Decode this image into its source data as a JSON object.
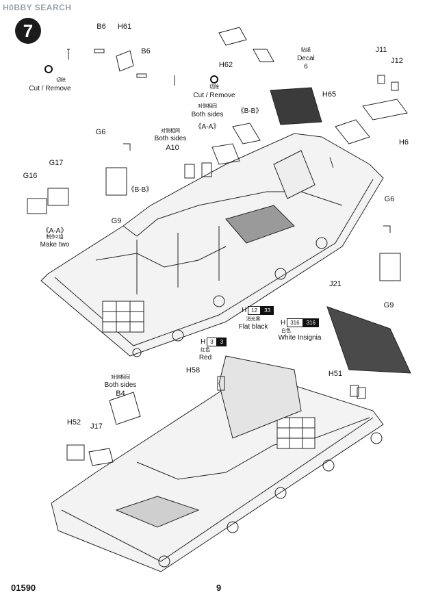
{
  "watermark": "H0BBY SEARCH",
  "step_number": "7",
  "page": {
    "left_code": "01590",
    "number": "9"
  },
  "labels": {
    "b6_a": "B6",
    "h61": "H61",
    "b6_b": "B6",
    "cut1_cn": "切除",
    "cut1_en": "Cut / Remove",
    "cut2_cn": "切除",
    "cut2_en": "Cut / Remove",
    "h62": "H62",
    "decal_cn": "贴纸",
    "decal_en": "Decal",
    "decal_num": "6",
    "j11": "J11",
    "j12": "J12",
    "h65": "H65",
    "h6": "H6",
    "both1_cn": "对侧相同",
    "both1_en": "Both sides",
    "bb1": "《B-B》",
    "aa1": "《A-A》",
    "g6_a": "G6",
    "both2_cn": "对侧相同",
    "both2_en": "Both sides",
    "a10": "A10",
    "g17": "G17",
    "g16": "G16",
    "bb2": "《B-B》",
    "g9_a": "G9",
    "aa2": "《A-A》",
    "make_two_cn": "制作2组",
    "make_two_en": "Make two",
    "g6_b": "G6",
    "g9_b": "G9",
    "j21": "J21",
    "flat_black_cn": "消光黑",
    "flat_black_en": "Flat black",
    "white_cn": "白色",
    "white_en": "White Insignia",
    "red_cn": "红色",
    "red_en": "Red",
    "h58": "H58",
    "h51": "H51",
    "both3_cn": "对侧相同",
    "both3_en": "Both sides",
    "b4": "B4",
    "h52": "H52",
    "j17": "J17"
  },
  "paints": {
    "flat_black": {
      "h": "H",
      "code": "12",
      "code2": "33"
    },
    "white": {
      "h": "H",
      "code": "316",
      "code2": "316"
    },
    "red": {
      "h": "H",
      "code": "3",
      "code2": "3"
    }
  },
  "colors": {
    "badge": "#1b1b1b",
    "dark_part": "#4a4a4a",
    "watermark": "#9aa0a6"
  }
}
